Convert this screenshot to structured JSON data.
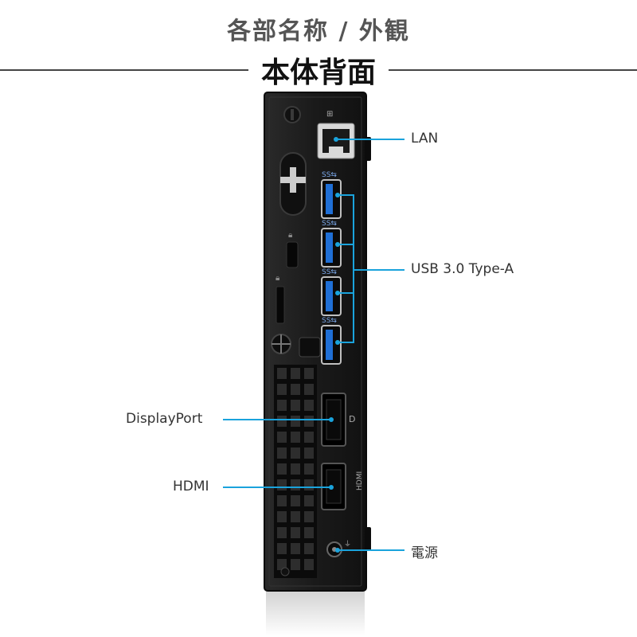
{
  "title": "各部名称 / 外観",
  "subtitle": "本体背面",
  "port_labels": {
    "lan": "LAN",
    "usb": "USB 3.0 Type-A",
    "displayport": "DisplayPort",
    "hdmi": "HDMI",
    "power": "電源"
  },
  "colors": {
    "callout_line": "#1aa3dc",
    "chassis": "#1b1b1b",
    "usb_blue": "#1f6fd6",
    "heading_gray": "#555555"
  },
  "port_glyphs": {
    "usb_marks": [
      "SS⇆",
      "SS⇆",
      "SS⇆",
      "SS⇆"
    ]
  }
}
